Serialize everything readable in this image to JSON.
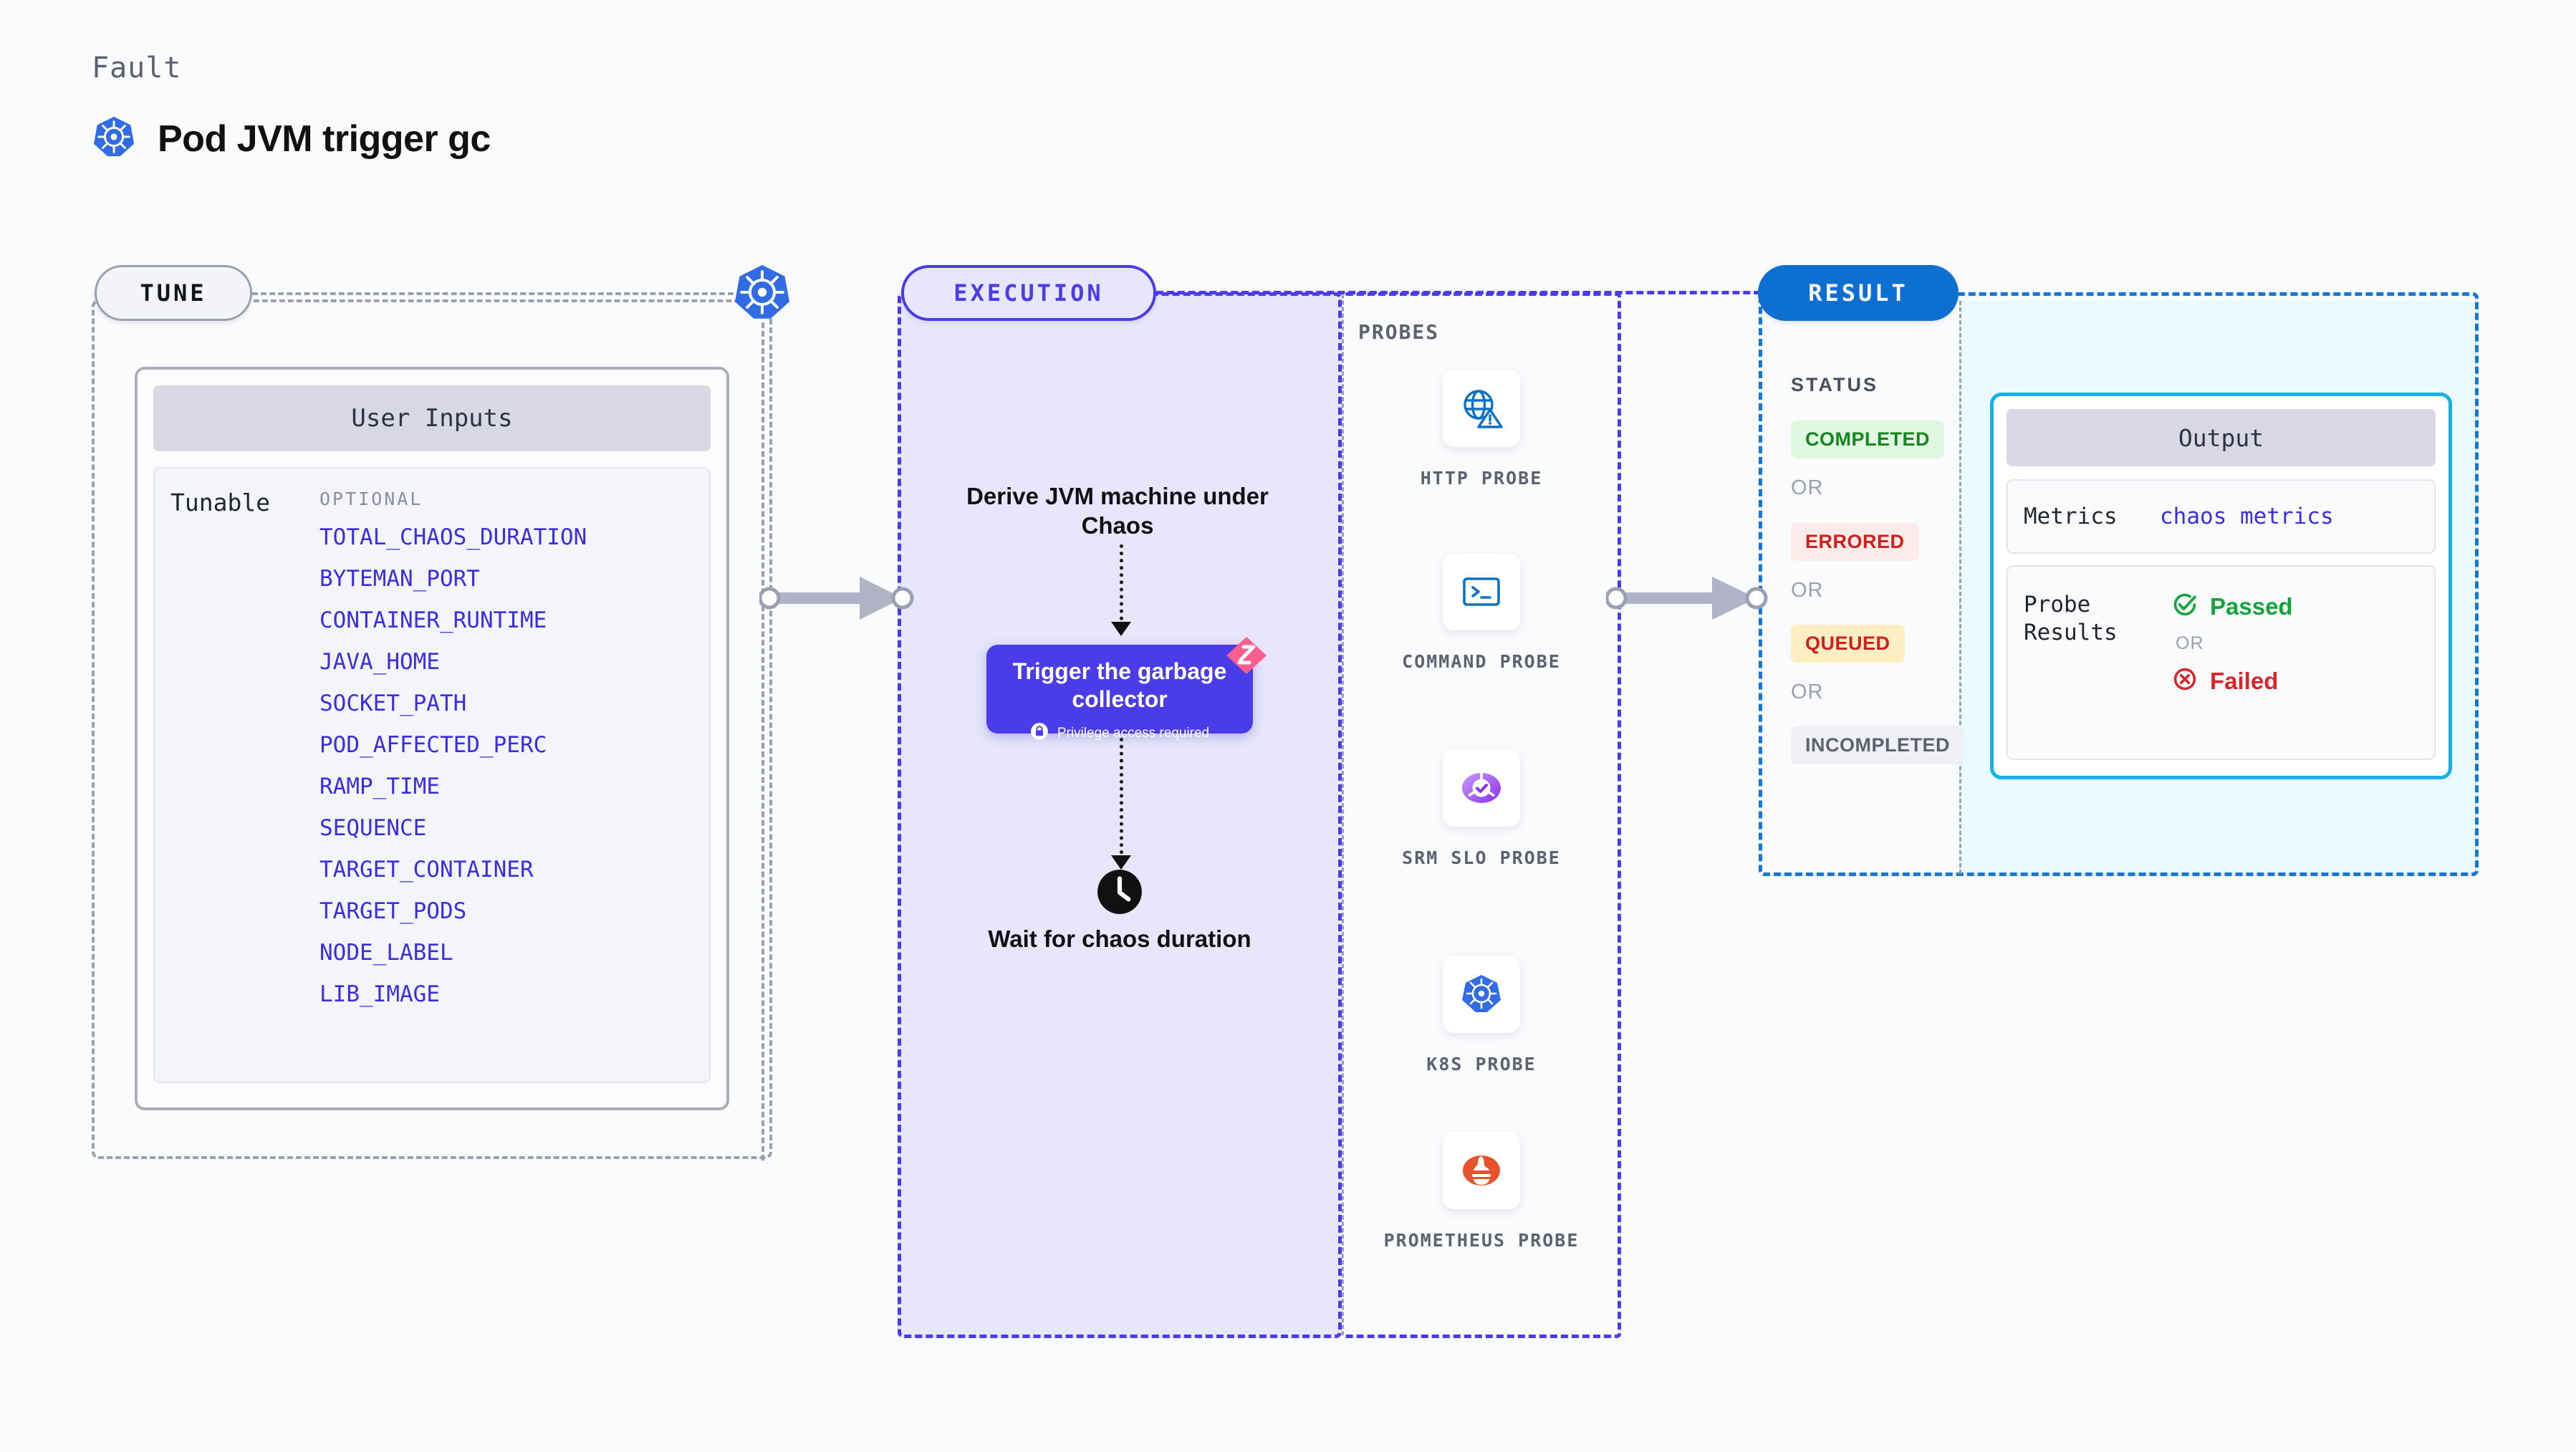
{
  "header": {
    "kicker": "Fault",
    "title": "Pod JVM trigger gc",
    "icon": "kubernetes-icon"
  },
  "tune": {
    "pill_label": "TUNE",
    "edge_icon": "kubernetes-icon",
    "user_inputs_title": "User Inputs",
    "tunable_label": "Tunable",
    "optional_kicker": "OPTIONAL",
    "tunables": [
      "TOTAL_CHAOS_DURATION",
      "BYTEMAN_PORT",
      "CONTAINER_RUNTIME",
      "JAVA_HOME",
      "SOCKET_PATH",
      "POD_AFFECTED_PERC",
      "RAMP_TIME",
      "SEQUENCE",
      "TARGET_CONTAINER",
      "TARGET_PODS",
      "NODE_LABEL",
      "LIB_IMAGE"
    ]
  },
  "execution": {
    "pill_label": "EXECUTION",
    "step_derive": "Derive JVM machine under Chaos",
    "gc_card": {
      "title": "Trigger the garbage collector",
      "privilege_note": "Privilege access required",
      "lock_icon": "lock-icon",
      "corner_badge_icon": "harness-corner-badge-icon"
    },
    "step_wait": "Wait for chaos duration",
    "wait_icon": "clock-icon"
  },
  "probes": {
    "kicker": "PROBES",
    "items": [
      {
        "label": "HTTP PROBE",
        "icon": "globe-warning-icon"
      },
      {
        "label": "COMMAND PROBE",
        "icon": "terminal-icon"
      },
      {
        "label": "SRM SLO PROBE",
        "icon": "srm-slo-icon"
      },
      {
        "label": "K8S PROBE",
        "icon": "kubernetes-icon"
      },
      {
        "label": "PROMETHEUS PROBE",
        "icon": "prometheus-icon"
      }
    ]
  },
  "result": {
    "pill_label": "RESULT",
    "status_kicker": "STATUS",
    "or_label": "OR",
    "statuses": [
      {
        "label": "COMPLETED",
        "bg": "#e0f7e2",
        "fg": "#16861f"
      },
      {
        "label": "ERRORED",
        "bg": "#fdeaea",
        "fg": "#cf2020"
      },
      {
        "label": "QUEUED",
        "bg": "#fdeec3",
        "fg": "#cf2020"
      },
      {
        "label": "INCOMPLETED",
        "bg": "#eff0f5",
        "fg": "#5d6170"
      }
    ],
    "output": {
      "title": "Output",
      "metrics_key": "Metrics",
      "metrics_value": "chaos metrics",
      "probe_results_key": "Probe Results",
      "passed_label": "Passed",
      "passed_icon": "check-circle-icon",
      "or_label": "OR",
      "failed_label": "Failed",
      "failed_icon": "x-circle-icon"
    }
  },
  "colors": {
    "execution_accent": "#4a3ce8",
    "result_accent": "#0d6fcf",
    "output_accent": "#17b0e8",
    "tune_accent": "#9aa0b0",
    "k8s_blue": "#326ce5",
    "badge_pink": "#fa5f8e"
  }
}
